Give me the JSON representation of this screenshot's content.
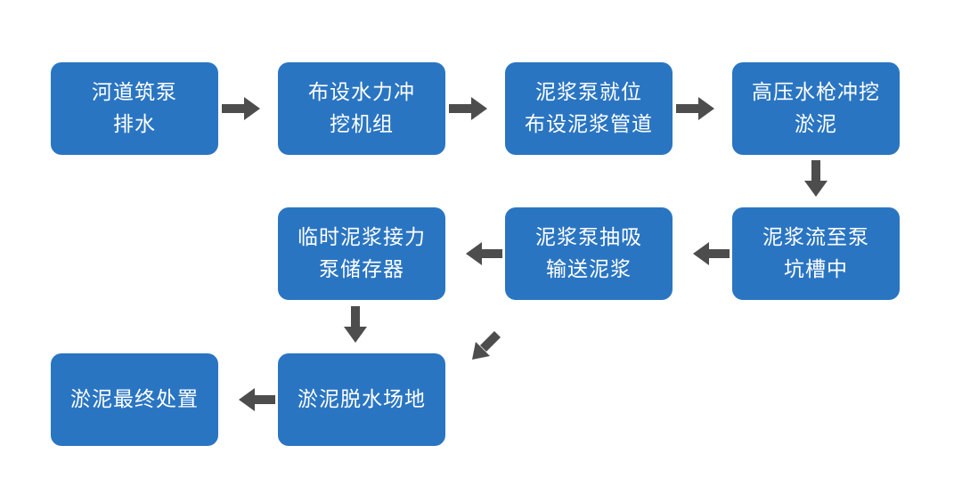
{
  "colors": {
    "node_fill": "#2a75c2",
    "node_text": "#ffffff",
    "arrow": "#4d4d4d",
    "background": "#ffffff"
  },
  "nodes": [
    {
      "id": "n1",
      "text": "河道筑泵\n排水"
    },
    {
      "id": "n2",
      "text": "布设水力冲\n挖机组"
    },
    {
      "id": "n3",
      "text": "泥浆泵就位\n布设泥浆管道"
    },
    {
      "id": "n4",
      "text": "高压水枪冲挖\n淤泥"
    },
    {
      "id": "n5",
      "text": "泥浆流至泵\n坑槽中"
    },
    {
      "id": "n6",
      "text": "泥浆泵抽吸\n输送泥浆"
    },
    {
      "id": "n7",
      "text": "临时泥浆接力\n泵储存器"
    },
    {
      "id": "n8",
      "text": "淤泥脱水场地"
    },
    {
      "id": "n9",
      "text": "淤泥最终处置"
    }
  ],
  "edges": [
    {
      "from": "n1",
      "to": "n2",
      "direction": "right"
    },
    {
      "from": "n2",
      "to": "n3",
      "direction": "right"
    },
    {
      "from": "n3",
      "to": "n4",
      "direction": "right"
    },
    {
      "from": "n4",
      "to": "n5",
      "direction": "down"
    },
    {
      "from": "n5",
      "to": "n6",
      "direction": "left"
    },
    {
      "from": "n6",
      "to": "n7",
      "direction": "left"
    },
    {
      "from": "n7",
      "to": "n8",
      "direction": "down"
    },
    {
      "from": "n6",
      "to": "n8",
      "direction": "down-left"
    },
    {
      "from": "n8",
      "to": "n9",
      "direction": "left"
    }
  ]
}
